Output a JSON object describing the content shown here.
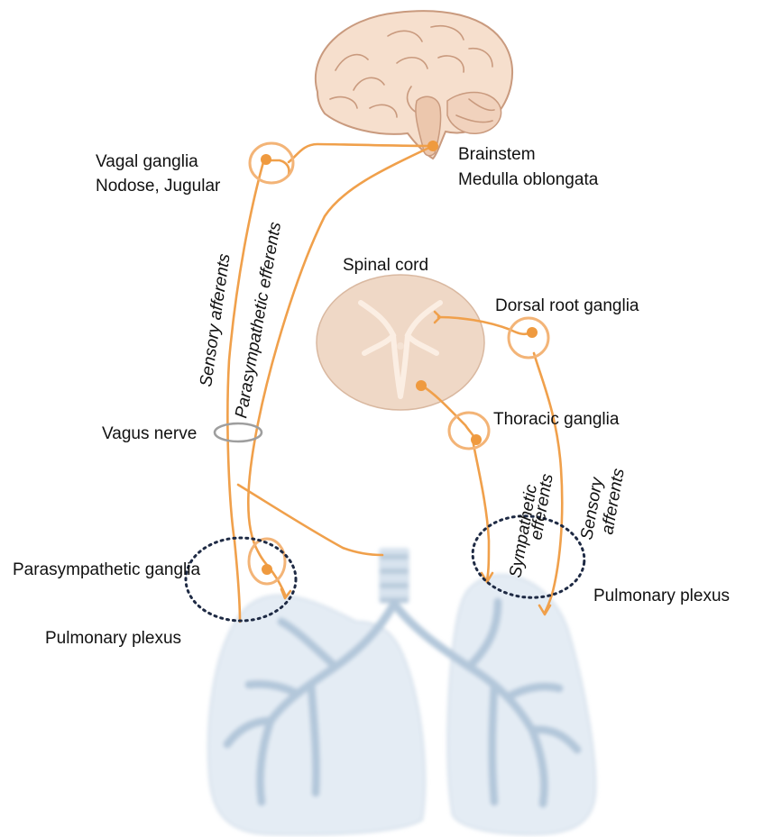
{
  "colors": {
    "nerve": "#f0a04b",
    "neuron_body": "#ef9a3f",
    "brain_fill": "#f6dfcd",
    "brain_stroke": "#c99a7e",
    "spinal_fill": "#efd8c6",
    "lung_fill": "#e4ecf4",
    "bronchi": "#b3c7da",
    "trachea": "#b9cbdc",
    "vagus_ring": "#9e9e9e",
    "plexus_ring": "#1e2a44"
  },
  "labels": {
    "vagal_ganglia_1": "Vagal ganglia",
    "vagal_ganglia_2": "Nodose, Jugular",
    "brainstem": "Brainstem",
    "medulla": "Medulla oblongata",
    "spinal_cord": "Spinal cord",
    "dorsal_root_ganglia": "Dorsal root ganglia",
    "thoracic_ganglia": "Thoracic ganglia",
    "vagus_nerve": "Vagus nerve",
    "parasympathetic_ganglia": "Parasympathetic ganglia",
    "pulmonary_plexus_left": "Pulmonary  plexus",
    "pulmonary_plexus_right": "Pulmonary  plexus",
    "sensory_afferents_vagal": "Sensory afferents",
    "parasympathetic_efferents": "Parasympathetic efferents",
    "sympathetic_line1": "Sympathetic",
    "sympathetic_line2": "efferents",
    "sensory_spinal_line1": "Sensory",
    "sensory_spinal_line2": "afferents"
  },
  "icons": {
    "brain": "brain-illustration-icon",
    "spinal_cord": "spinal-cord-cross-section-icon",
    "lungs": "lungs-illustration-icon"
  }
}
